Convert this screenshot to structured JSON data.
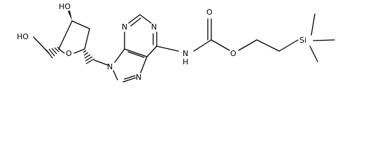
{
  "molecule": {
    "labels": {
      "ho_top": "HO",
      "ho_left": "HO",
      "ring_o": "O",
      "n9": "N",
      "n3": "N",
      "n1": "N",
      "n7": "N",
      "nh": "N",
      "nh_h": "H",
      "carbonyl_o": "O",
      "ester_o": "O",
      "si": "Si"
    }
  }
}
